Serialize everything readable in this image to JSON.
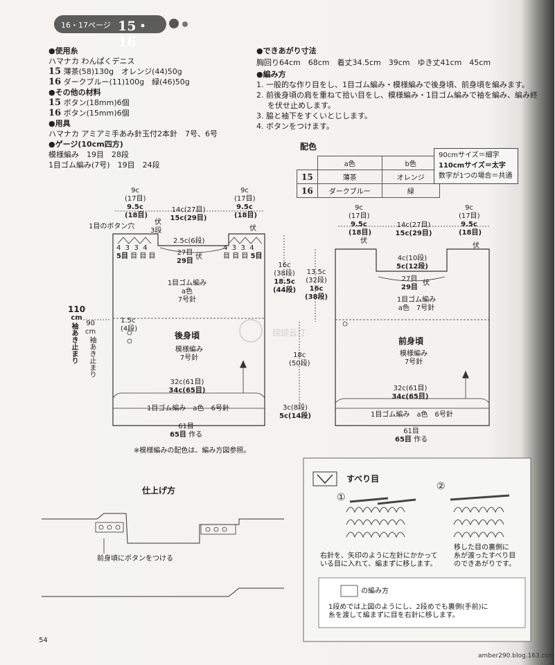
{
  "header": {
    "pages": "16・17ページ",
    "patterns": "15・16"
  },
  "left": {
    "yarn_h": "●使用糸",
    "yarn": "ハマナカ わんぱくデニス",
    "p15_num": "15",
    "p15": "薄茶(58)130g　オレンジ(44)50g",
    "p16_num": "16",
    "p16": "ダークブルー(11)100g　緑(46)50g",
    "other_h": "●その他の材料",
    "btn15_num": "15",
    "btn15": "ボタン(18mm)6個",
    "btn16_num": "16",
    "btn16": "ボタン(15mm)6個",
    "tool_h": "●用具",
    "tool": "ハマナカ アミアミ手あみ針玉付2本針　7号、6号",
    "gauge_h": "●ゲージ(10cm四方)",
    "gauge1": "模様編み　19目　28段",
    "gauge2": "1目ゴム編み(7号)　19目　24段"
  },
  "right": {
    "size_h": "●できあがり寸法",
    "size": "胸回り64cm　68cm　着丈34.5cm　39cm　ゆき丈41cm　45cm",
    "method_h": "●編み方",
    "m1": "1. 一般的な作り目をし、1目ゴム編み・模様編みで後身頃、前身頃を編みます。",
    "m1b": "",
    "m2": "2. 前後身頃の肩を重ねて拾い目をし、模様編み・1目ゴム編みで袖を編み、編み終",
    "m2b": "を伏せ止めします。",
    "m3": "3. 脇と袖下をすくいとじします。",
    "m4": "4. ボタンをつけます。"
  },
  "color_table": {
    "title": "配色",
    "headers": [
      "a色",
      "b色"
    ],
    "rows": [
      {
        "num": "15",
        "a": "薄茶",
        "b": "オレンジ"
      },
      {
        "num": "16",
        "a": "ダークブルー",
        "b": "緑"
      }
    ]
  },
  "size_note": {
    "l1": "90cmサイズ＝細字",
    "l2": "110cmサイズ＝太字",
    "l3": "数字が1つの場合＝共通"
  },
  "back": {
    "top_left": [
      "9c",
      "(17目)",
      "9.5c",
      "(18目)"
    ],
    "top_mid": [
      "14c(27目)",
      "15c(29目)"
    ],
    "top_right": [
      "9c",
      "(17目)",
      "9.5c",
      "(18目)"
    ],
    "buttonhole": "1目のボタン穴",
    "fuse": "伏",
    "dan3": "3段",
    "neck_small": "2.5c(6段)",
    "neck_w": "27目",
    "neck_w2": "29目",
    "dec": [
      "4",
      "3",
      "3",
      "4"
    ],
    "dec_b": "5目",
    "dec_unit": "目",
    "rib_top": [
      "1目ゴム編み",
      "a色",
      "7号針"
    ],
    "name": "後身頃",
    "body": [
      "模様編み",
      "7号針"
    ],
    "bottom": [
      "32c(61目)",
      "34c(65目)"
    ],
    "rib_bottom": "1目ゴム編み　a色　6号針",
    "cast": [
      "61目",
      "65目",
      "作る"
    ],
    "side1": [
      "110",
      "cm",
      "袖あき止まり"
    ],
    "side2": [
      "90",
      "cm",
      "袖あき止まり"
    ],
    "side3": [
      "1.5c",
      "(4段)"
    ],
    "right_dim1": [
      "16c",
      "(38段)",
      "18.5c",
      "(44段)"
    ],
    "right_dim2": [
      "13.5c",
      "(32段)",
      "16c",
      "(38段)"
    ],
    "right_dim3": [
      "18c",
      "(50段)"
    ],
    "right_dim4": [
      "3c(8段)",
      "5c(14段)"
    ]
  },
  "front": {
    "top_left": [
      "9c",
      "(17目)",
      "9.5c",
      "(18目)"
    ],
    "top_mid": [
      "14c(27目)",
      "15c(29目)"
    ],
    "top_right": [
      "9c",
      "(17目)",
      "9.5c",
      "(18目)"
    ],
    "fuse": "伏",
    "neck_small": [
      "4c(10段)",
      "5c(12段)"
    ],
    "neck_w": [
      "27目",
      "29目"
    ],
    "rib_top": [
      "1目ゴム編み",
      "a色　7号針"
    ],
    "name": "前身頃",
    "body": [
      "模様編み",
      "7号針"
    ],
    "bottom": [
      "32c(61目)",
      "34c(65目)"
    ],
    "rib_bottom": "1目ゴム編み　a色　6号針",
    "cast": [
      "61目",
      "65目",
      "作る"
    ]
  },
  "note_pattern": "※模様編みの配色は、編み方図参照。",
  "finish": {
    "title": "仕上げ方",
    "label": "前身頃にボタンをつける"
  },
  "slip": {
    "title": "すべり目",
    "n1": "①",
    "n2": "②",
    "t1": [
      "右針を、矢印のように左針にかかって",
      "いる目に入れて、編まずに移します。"
    ],
    "t2": [
      "移した目の裏側に",
      "糸が渡ったすべり目",
      "のできあがりです。"
    ],
    "sub_title": "の編み方",
    "sub_text": [
      "1段めでは上図のようにし、2段めでも裏側(手前)に",
      "糸を渡して編まずに目を右針に移します。"
    ]
  },
  "watermark": "综综云汀",
  "page_num": "54",
  "blog": "amber290.blog.163.com"
}
